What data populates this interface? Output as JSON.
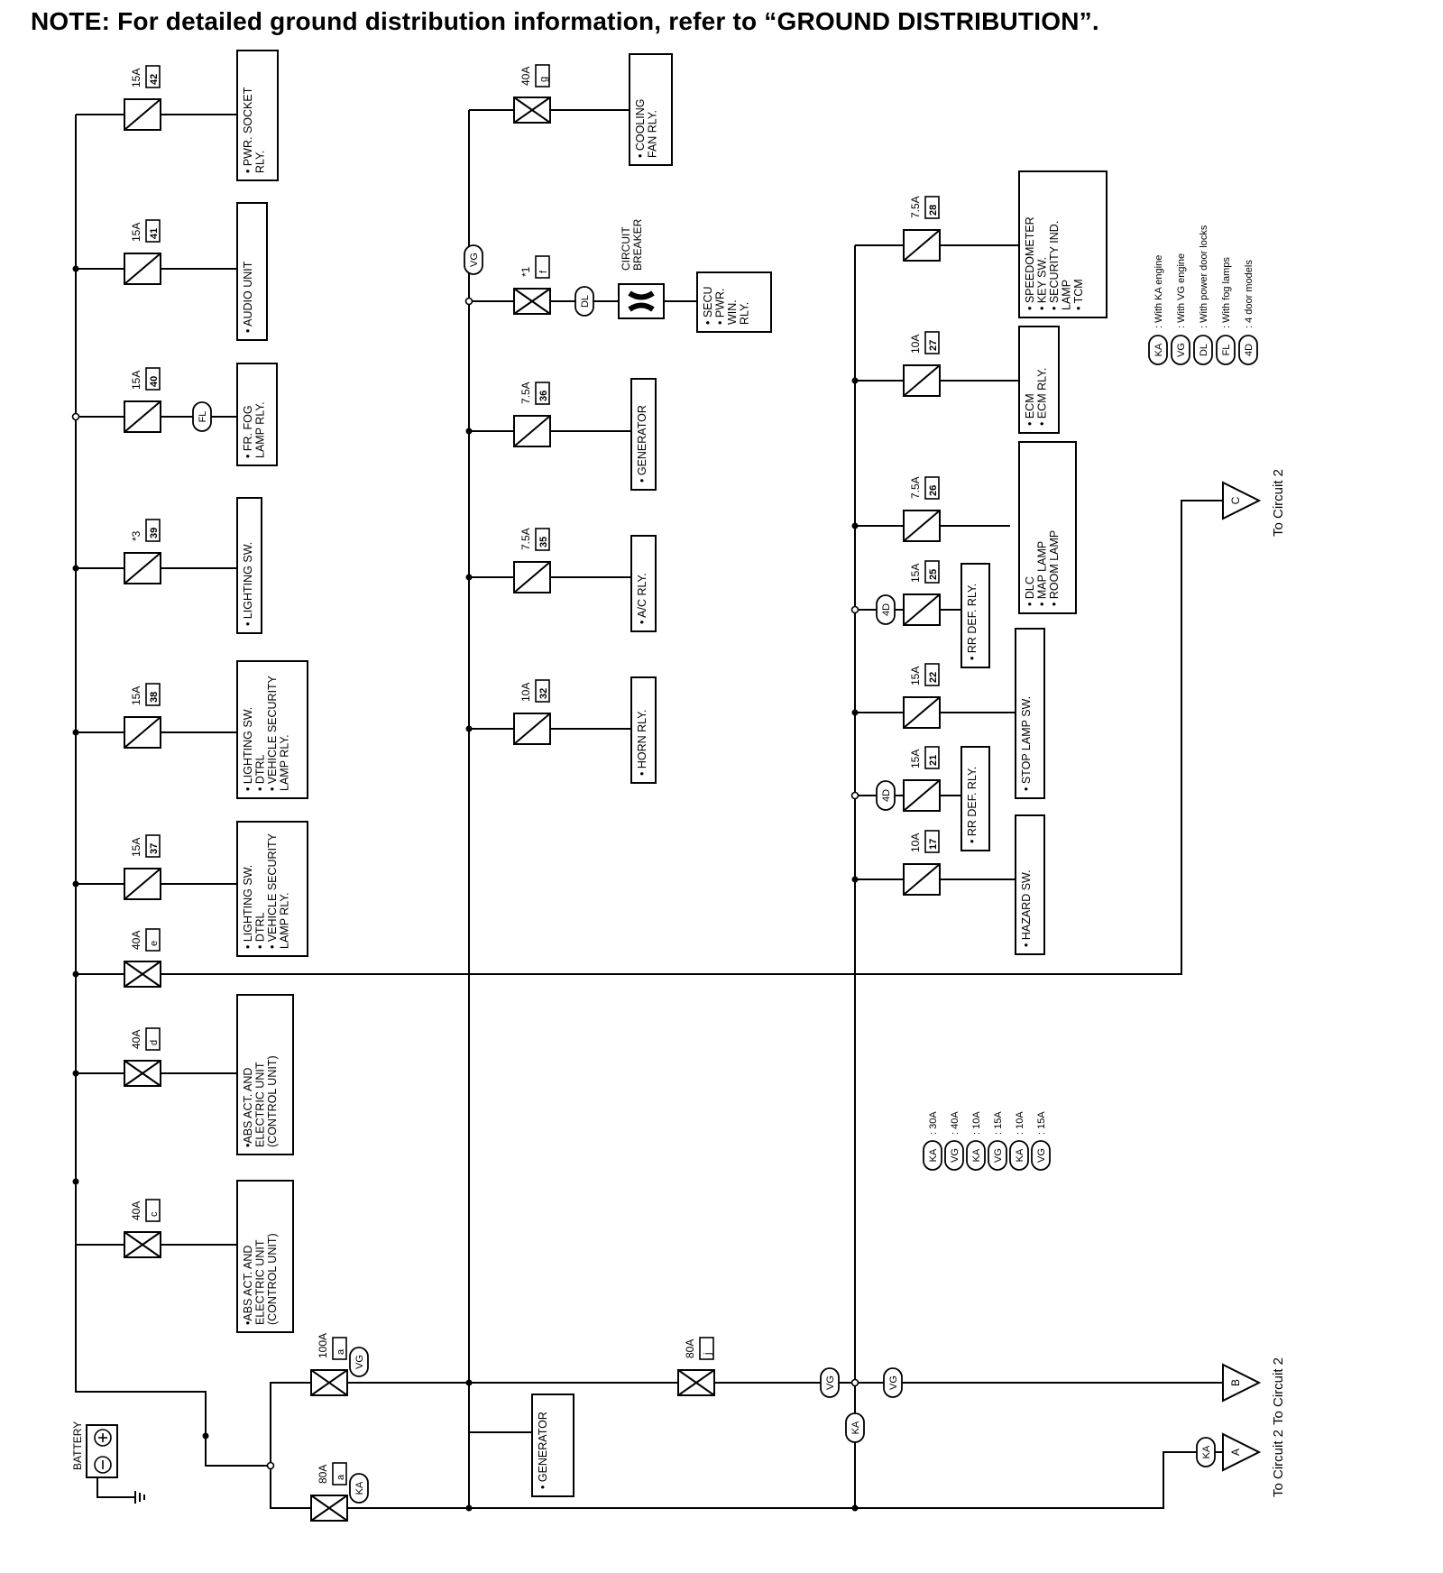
{
  "note": "NOTE: For detailed ground distribution information, refer to “GROUND DISTRIBUTION”.",
  "battery": {
    "label": "BATTERY",
    "plus": "+",
    "minus": "−"
  },
  "fuses": [
    {
      "id": "f42",
      "rating": "15A",
      "num": "42"
    },
    {
      "id": "f41",
      "rating": "15A",
      "num": "41"
    },
    {
      "id": "f40",
      "rating": "15A",
      "num": "40"
    },
    {
      "id": "f39",
      "rating": "*3",
      "num": "39"
    },
    {
      "id": "f38",
      "rating": "15A",
      "num": "38"
    },
    {
      "id": "f37",
      "rating": "15A",
      "num": "37"
    },
    {
      "id": "f36",
      "rating": "7.5A",
      "num": "36"
    },
    {
      "id": "f35",
      "rating": "7.5A",
      "num": "35"
    },
    {
      "id": "f32",
      "rating": "10A",
      "num": "32"
    },
    {
      "id": "f28",
      "rating": "7.5A",
      "num": "28"
    },
    {
      "id": "f27",
      "rating": "10A",
      "num": "27"
    },
    {
      "id": "f26",
      "rating": "7.5A",
      "num": "26"
    },
    {
      "id": "f25",
      "rating": "15A",
      "num": "25"
    },
    {
      "id": "f22",
      "rating": "15A",
      "num": "22"
    },
    {
      "id": "f21",
      "rating": "15A",
      "num": "21"
    },
    {
      "id": "f17",
      "rating": "10A",
      "num": "17"
    }
  ],
  "fusible_links": [
    {
      "id": "lg",
      "rating": "40A",
      "letter": "g"
    },
    {
      "id": "lf",
      "rating": "*1",
      "letter": "f"
    },
    {
      "id": "le",
      "rating": "40A",
      "letter": "e"
    },
    {
      "id": "ld",
      "rating": "40A",
      "letter": "d"
    },
    {
      "id": "lc",
      "rating": "40A",
      "letter": "c"
    },
    {
      "id": "la_vg",
      "rating": "100A",
      "letter": "a"
    },
    {
      "id": "la_ka",
      "rating": "80A",
      "letter": "a"
    },
    {
      "id": "lj",
      "rating": "80A",
      "letter": "j"
    }
  ],
  "loads": [
    {
      "id": "b42",
      "lines": [
        "• PWR. SOCKET",
        "RLY."
      ]
    },
    {
      "id": "b41",
      "lines": [
        "• AUDIO UNIT"
      ]
    },
    {
      "id": "b40",
      "lines": [
        "• FR. FOG",
        "LAMP RLY."
      ]
    },
    {
      "id": "b39",
      "lines": [
        "•      LIGHTING SW."
      ]
    },
    {
      "id": "b38",
      "lines": [
        "• LIGHTING SW.",
        "• DTRL",
        "• VEHICLE SECURITY",
        "LAMP RLY."
      ]
    },
    {
      "id": "b37",
      "lines": [
        "• LIGHTING SW.",
        "• DTRL",
        "• VEHICLE SECURITY",
        "LAMP RLY."
      ]
    },
    {
      "id": "bd",
      "lines": [
        "•ABS ACT. AND",
        "ELECTRIC UNIT",
        "(CONTROL UNIT)"
      ]
    },
    {
      "id": "bc",
      "lines": [
        "•ABS ACT. AND",
        "ELECTRIC UNIT",
        "(CONTROL UNIT)"
      ]
    },
    {
      "id": "bg",
      "lines": [
        "• COOLING",
        "FAN RLY."
      ]
    },
    {
      "id": "bsecu",
      "lines": [
        "• SECU",
        "• PWR.",
        "WIN.",
        "RLY."
      ]
    },
    {
      "id": "b36",
      "lines": [
        "• GENERATOR"
      ]
    },
    {
      "id": "b35",
      "lines": [
        "• A/C RLY."
      ]
    },
    {
      "id": "b32",
      "lines": [
        "• HORN RLY."
      ]
    },
    {
      "id": "bgen",
      "lines": [
        "• GENERATOR"
      ]
    },
    {
      "id": "b28",
      "lines": [
        "• SPEEDOMETER",
        "• KEY SW.",
        "• SECURITY IND.",
        "LAMP",
        "• TCM"
      ]
    },
    {
      "id": "b27",
      "lines": [
        "• ECM",
        "• ECM RLY."
      ]
    },
    {
      "id": "b26",
      "lines": [
        "• DLC",
        "• MAP LAMP",
        "• ROOM LAMP"
      ]
    },
    {
      "id": "b25",
      "lines": [
        "• RR DEF. RLY."
      ]
    },
    {
      "id": "b22",
      "lines": [
        "• STOP LAMP SW."
      ]
    },
    {
      "id": "b21",
      "lines": [
        "• RR DEF. RLY."
      ]
    },
    {
      "id": "b17",
      "lines": [
        "• HAZARD SW."
      ]
    }
  ],
  "circuit_breaker": {
    "line1": "CIRCUIT",
    "line2": "BREAKER"
  },
  "option_tags": {
    "vg": "VG",
    "ka": "KA",
    "dl": "DL",
    "fl": "FL",
    "d4": "4D"
  },
  "connectors": [
    {
      "id": "A",
      "letter": "A",
      "to": "To Circuit 2"
    },
    {
      "id": "B",
      "letter": "B",
      "to": "To Circuit 2"
    },
    {
      "id": "C",
      "letter": "C",
      "to": "To Circuit 2"
    }
  ],
  "legend": [
    {
      "tag": "KA",
      "text": ": With KA engine"
    },
    {
      "tag": "VG",
      "text": ": With VG engine"
    },
    {
      "tag": "DL",
      "text": ": With power door locks"
    },
    {
      "tag": "FL",
      "text": ": With fog lamps"
    },
    {
      "tag": "4D",
      "text": ": 4 door models"
    }
  ],
  "asterisk_notes": [
    {
      "tag": "KA",
      "text": ": 30A"
    },
    {
      "tag": "VG",
      "text": ": 40A"
    },
    {
      "tag": "KA",
      "text": ": 10A"
    },
    {
      "tag": "VG",
      "text": ": 15A"
    },
    {
      "tag": "KA",
      "text": ": 10A"
    },
    {
      "tag": "VG",
      "text": ": 15A"
    }
  ]
}
